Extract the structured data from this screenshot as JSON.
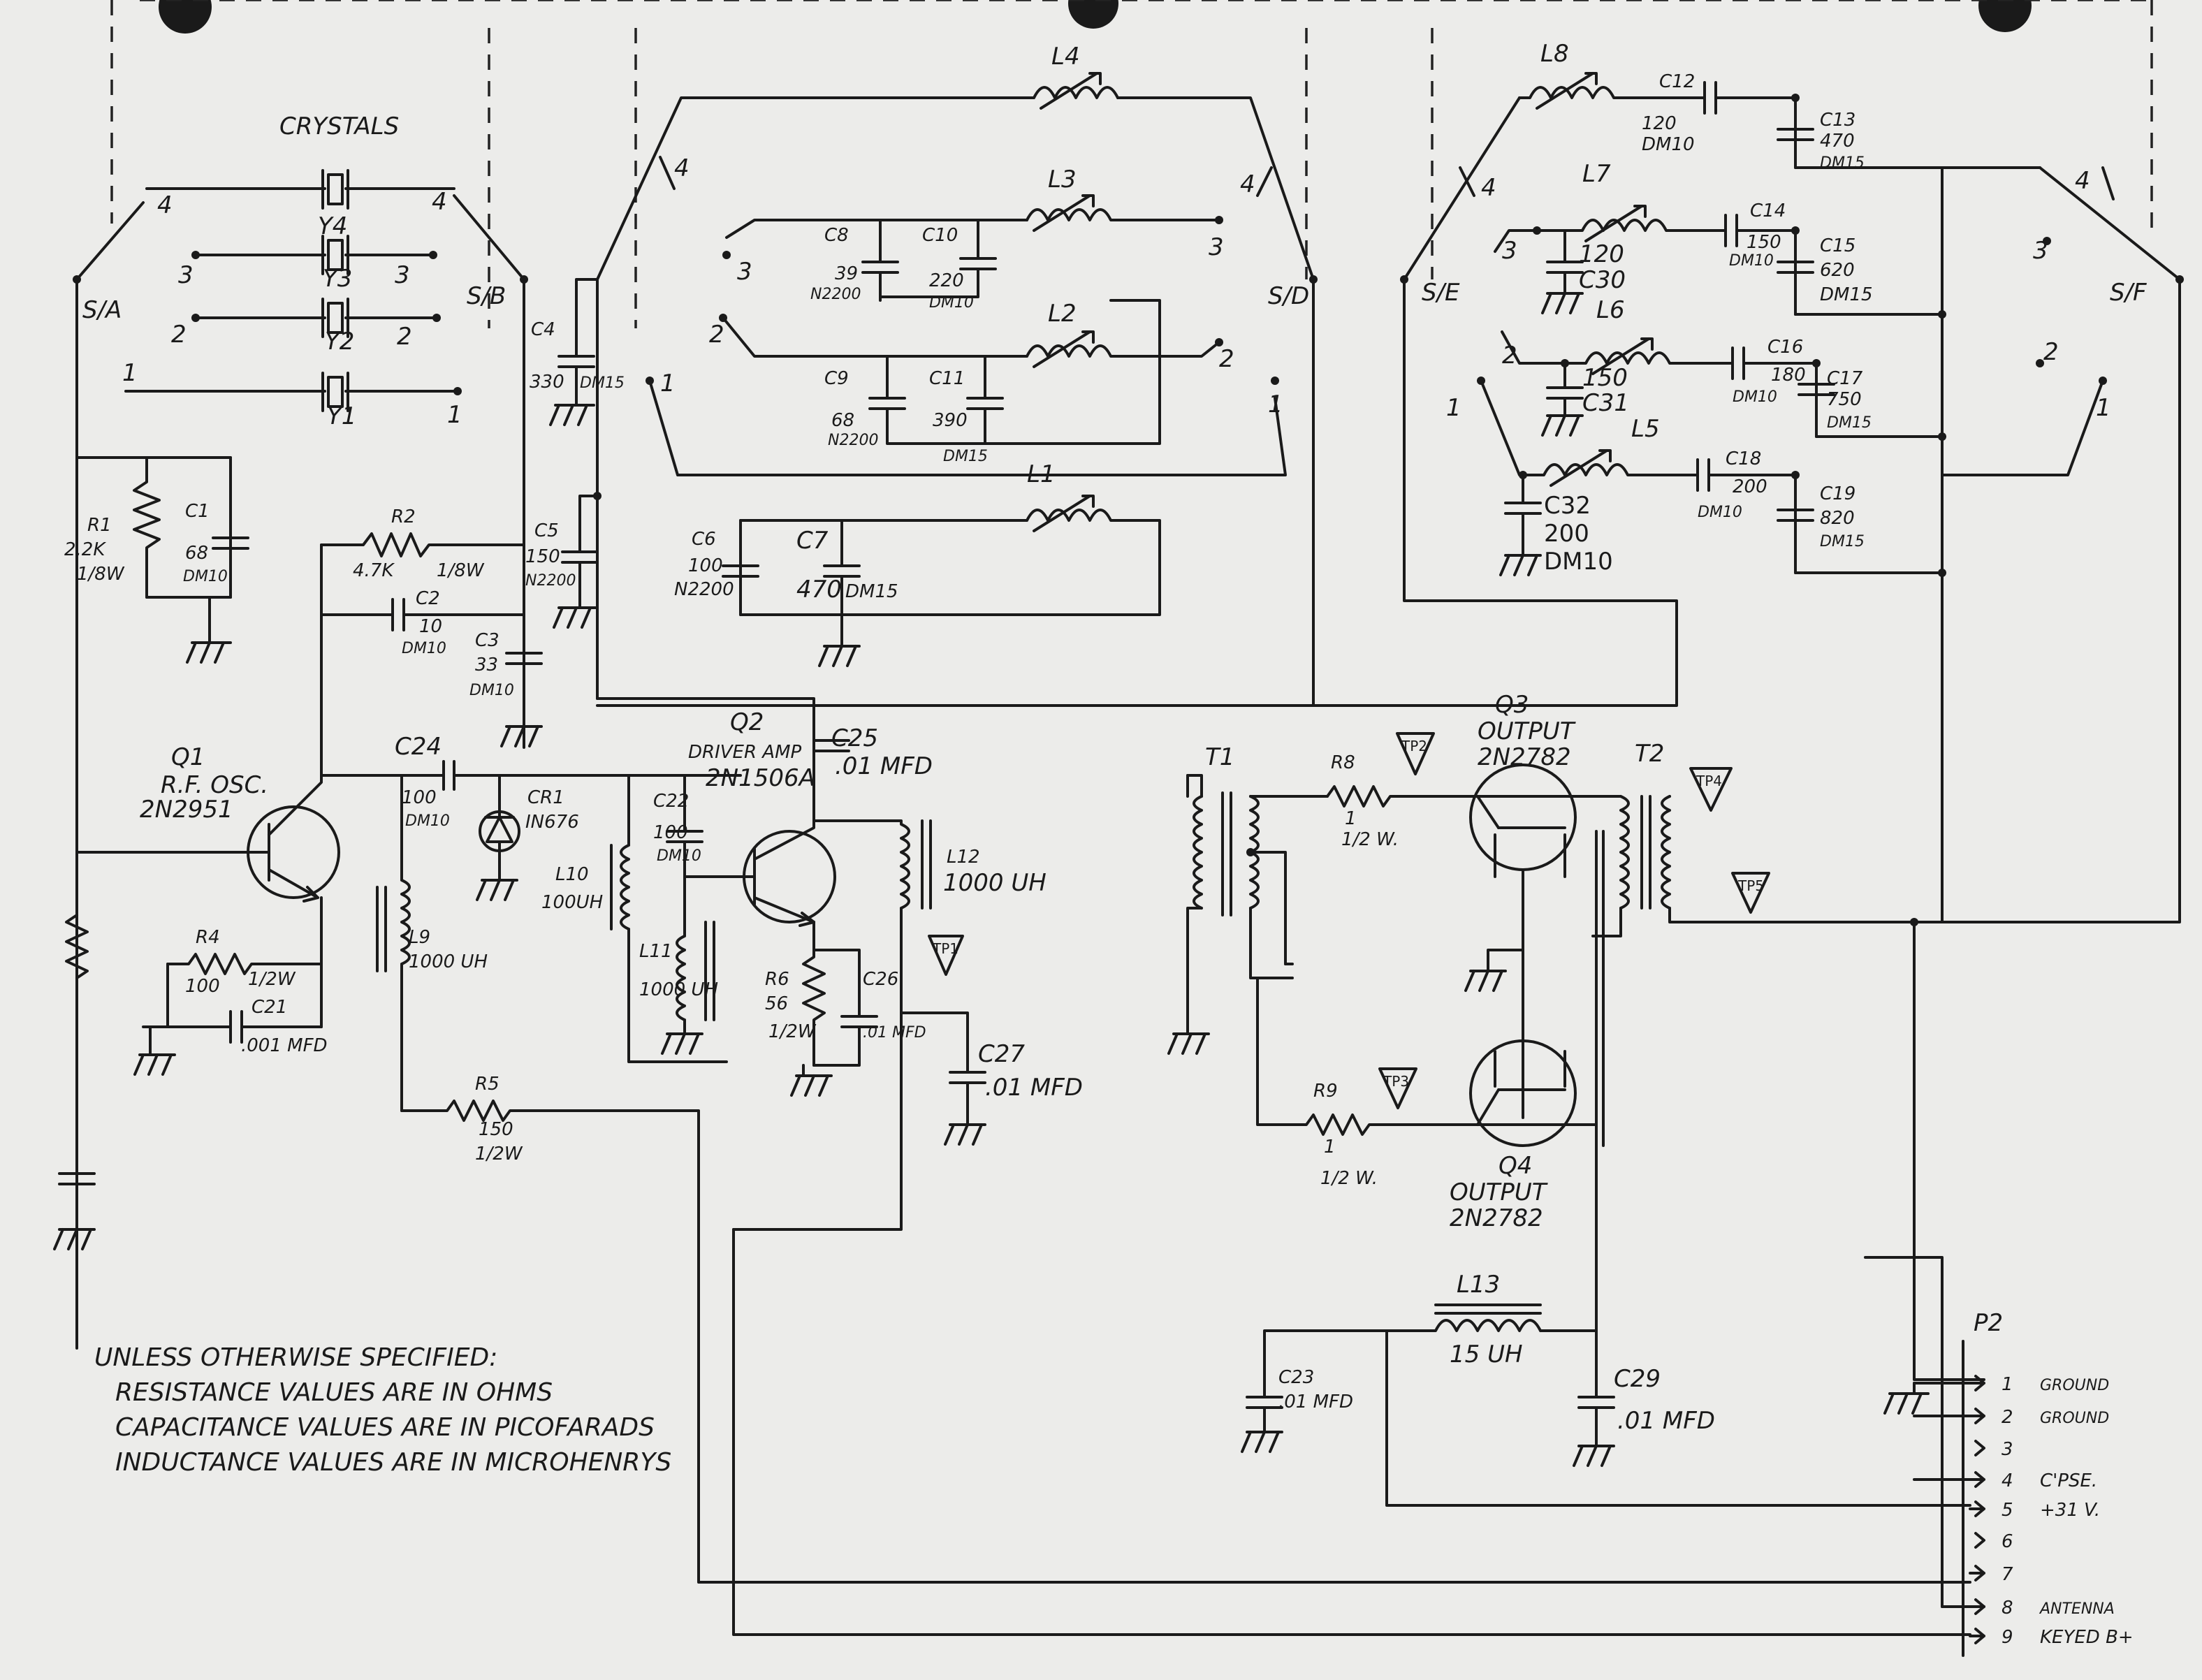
{
  "sheet": {
    "crystals_title": "CRYSTALS",
    "notes": [
      "UNLESS OTHERWISE SPECIFIED:",
      "RESISTANCE VALUES ARE IN OHMS",
      "CAPACITANCE VALUES ARE IN PICOFARADS",
      "INDUCTANCE VALUES ARE IN MICROHENRYS"
    ]
  },
  "switches": {
    "s1a": "S/A",
    "s1b": "S/B",
    "s1d": "S/D",
    "s1e": "S/E",
    "s1f": "S/F",
    "positions": [
      "1",
      "2",
      "3",
      "4"
    ]
  },
  "crystals": [
    "Y1",
    "Y2",
    "Y3",
    "Y4"
  ],
  "resistors": {
    "r1": {
      "ref": "R1",
      "value": "2.2K",
      "rating": "1/8W"
    },
    "r2": {
      "ref": "R2",
      "value": "4.7K",
      "rating": "1/8W"
    },
    "r4": {
      "ref": "R4",
      "value": "100",
      "rating": "1/2W"
    },
    "r5": {
      "ref": "R5",
      "value": "150",
      "rating": "1/2W"
    },
    "r6": {
      "ref": "R6",
      "value": "56",
      "rating": "1/2W"
    },
    "r8": {
      "ref": "R8",
      "value": "1",
      "rating": "1/2 W."
    },
    "r9": {
      "ref": "R9",
      "value": "1",
      "rating": "1/2 W."
    }
  },
  "capacitors": {
    "c1": {
      "ref": "C1",
      "value": "68",
      "type": "DM10"
    },
    "c2": {
      "ref": "C2",
      "value": "10",
      "type": "DM10"
    },
    "c3": {
      "ref": "C3",
      "value": "33",
      "type": "DM10"
    },
    "c4": {
      "ref": "C4",
      "value": "330",
      "type": "DM15"
    },
    "c5": {
      "ref": "C5",
      "value": "150",
      "type": "N2200"
    },
    "c6": {
      "ref": "C6",
      "value": "100",
      "type": "N2200"
    },
    "c7": {
      "ref": "C7",
      "value": "470",
      "type": "DM15"
    },
    "c8": {
      "ref": "C8",
      "value": "39",
      "type": "N2200"
    },
    "c9": {
      "ref": "C9",
      "value": "68",
      "type": "N2200"
    },
    "c10": {
      "ref": "C10",
      "value": "220",
      "type": "DM10"
    },
    "c11": {
      "ref": "C11",
      "value": "390",
      "type": "DM15"
    },
    "c12": {
      "ref": "C12",
      "value": "120",
      "type": "DM10"
    },
    "c13": {
      "ref": "C13",
      "value": "470",
      "type": "DM15"
    },
    "c14": {
      "ref": "C14",
      "value": "150",
      "type": "DM10"
    },
    "c15": {
      "ref": "C15",
      "value": "620",
      "type": "DM15"
    },
    "c16": {
      "ref": "C16",
      "value": "180",
      "type": "DM10"
    },
    "c17": {
      "ref": "C17",
      "value": "750",
      "type": "DM15"
    },
    "c18": {
      "ref": "C18",
      "value": "200",
      "type": "DM10"
    },
    "c19": {
      "ref": "C19",
      "value": "820",
      "type": "DM15"
    },
    "c21": {
      "ref": "C21",
      "value": ".001 MFD"
    },
    "c22": {
      "ref": "C22",
      "value": "100",
      "type": "DM10"
    },
    "c23": {
      "ref": "C23",
      "value": ".01 MFD"
    },
    "c24": {
      "ref": "C24",
      "value": "100",
      "type": "DM10"
    },
    "c25": {
      "ref": "C25",
      "value": ".01 MFD"
    },
    "c26": {
      "ref": "C26",
      "value": ".01 MFD"
    },
    "c27": {
      "ref": "C27",
      "value": ".01 MFD"
    },
    "c29": {
      "ref": "C29",
      "value": ".01 MFD"
    },
    "c30": {
      "ref": "C30",
      "value": "120"
    },
    "c31": {
      "ref": "C31",
      "value": "150"
    },
    "c32": {
      "ref": "C32",
      "value": "200",
      "type": "DM10"
    }
  },
  "inductors": {
    "l1": "L1",
    "l2": "L2",
    "l3": "L3",
    "l4": "L4",
    "l5": "L5",
    "l6": "L6",
    "l7": "L7",
    "l8": "L8",
    "l9": {
      "ref": "L9",
      "value": "1000 UH"
    },
    "l10": {
      "ref": "L10",
      "value": "100UH"
    },
    "l11": {
      "ref": "L11",
      "value": "1000 UH"
    },
    "l12": {
      "ref": "L12",
      "value": "1000 UH"
    },
    "l13": {
      "ref": "L13",
      "value": "15 UH"
    }
  },
  "transformers": {
    "t1": "T1",
    "t2": "T2"
  },
  "diode": {
    "ref": "CR1",
    "part": "IN676"
  },
  "transistors": {
    "q1": {
      "ref": "Q1",
      "role": "R.F. OSC.",
      "part": "2N2951"
    },
    "q2": {
      "ref": "Q2",
      "role": "DRIVER AMP",
      "part": "2N1506A"
    },
    "q3": {
      "ref": "Q3",
      "role": "OUTPUT",
      "part": "2N2782"
    },
    "q4": {
      "ref": "Q4",
      "role": "OUTPUT",
      "part": "2N2782"
    }
  },
  "test_points": [
    "TP1",
    "TP2",
    "TP3",
    "TP4",
    "TP5"
  ],
  "connector": {
    "ref": "P2",
    "pins": [
      {
        "num": "1",
        "label": "GROUND"
      },
      {
        "num": "2",
        "label": "GROUND"
      },
      {
        "num": "3",
        "label": ""
      },
      {
        "num": "4",
        "label": "C'PSE."
      },
      {
        "num": "5",
        "label": "+31 V."
      },
      {
        "num": "6",
        "label": ""
      },
      {
        "num": "7",
        "label": ""
      },
      {
        "num": "8",
        "label": "ANTENNA"
      },
      {
        "num": "9",
        "label": "KEYED B+"
      }
    ]
  }
}
